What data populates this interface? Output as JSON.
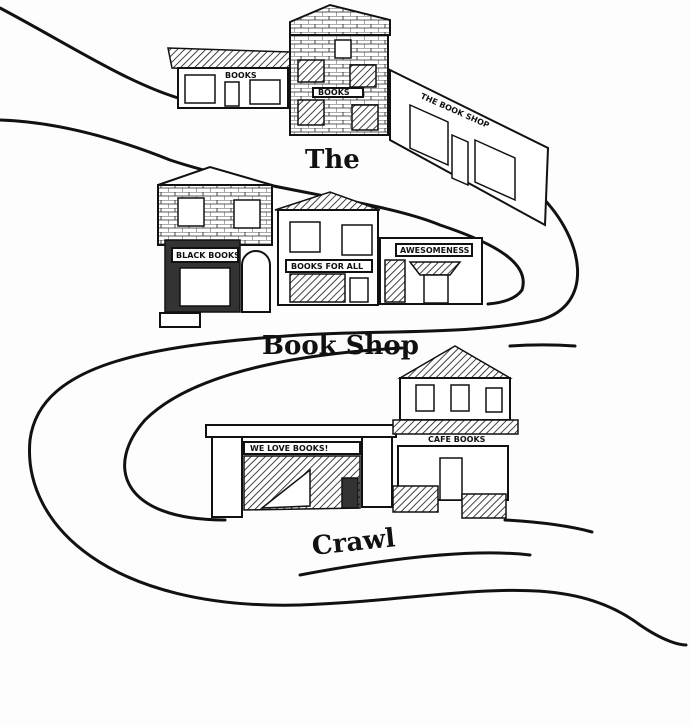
{
  "title": {
    "line1": "The",
    "line2": "Book Shop",
    "line3": "Crawl"
  },
  "shops": {
    "row1": [
      {
        "sign": "BOOKS"
      },
      {
        "sign": "BOOKS"
      },
      {
        "sign": "THE BOOK SHOP"
      }
    ],
    "row2": [
      {
        "sign": "BLACK BOOKS"
      },
      {
        "sign": "BOOKS FOR ALL"
      },
      {
        "sign": "AWESOMENESS"
      }
    ],
    "row3": [
      {
        "sign": "WE LOVE BOOKS!"
      },
      {
        "sign": "CAFE BOOKS"
      }
    ]
  },
  "colors": {
    "ink": "#111111",
    "paper": "#fdfdfd"
  }
}
